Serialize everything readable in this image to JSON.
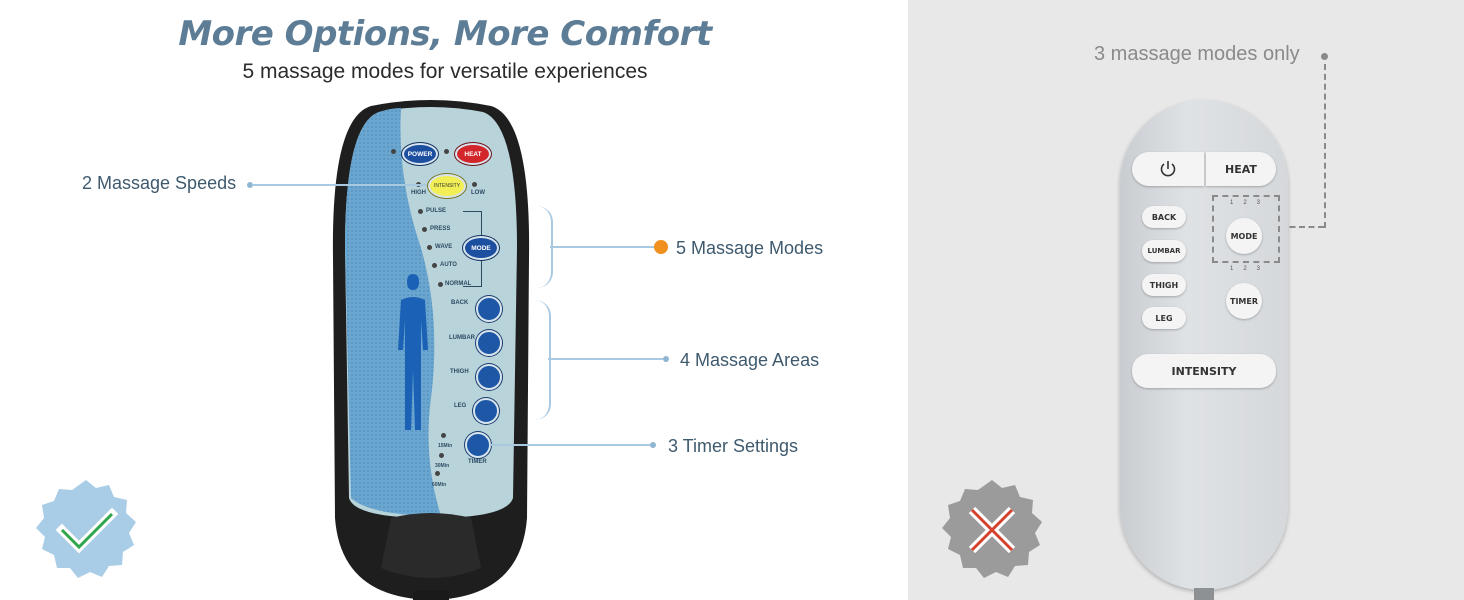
{
  "left_panel": {
    "title": "More Options, More Comfort",
    "subtitle": "5 massage modes for versatile experiences",
    "callouts": {
      "speeds": "2 Massage Speeds",
      "modes": "5 Massage Modes",
      "areas": "4 Massage Areas",
      "timer": "3 Timer Settings"
    },
    "remote": {
      "power": "POWER",
      "heat": "HEAT",
      "intensity": "INTENSITY",
      "high": "HIGH",
      "low": "LOW",
      "mode": "MODE",
      "modes": [
        "PULSE",
        "PRESS",
        "WAVE",
        "AUTO",
        "NORMAL"
      ],
      "areas": [
        "BACK",
        "LUMBAR",
        "THIGH",
        "LEG"
      ],
      "timer": "TIMER",
      "timer_opts": [
        "15Min",
        "30Min",
        "60Min"
      ]
    },
    "badge": "check-icon"
  },
  "right_panel": {
    "note": "3 massage modes only",
    "remote": {
      "power_icon": "power-icon",
      "heat": "HEAT",
      "areas": [
        "BACK",
        "LUMBAR",
        "THIGH",
        "LEG"
      ],
      "mode": "MODE",
      "timer": "TIMER",
      "mode_leds": [
        "1",
        "2",
        "3"
      ],
      "timer_leds": [
        "1",
        "2",
        "3"
      ],
      "intensity": "INTENSITY"
    },
    "badge": "cross-icon"
  },
  "colors": {
    "title": "#5d7d96",
    "accent_orange": "#f0901e",
    "callout_line": "#a9c9e0",
    "right_bg": "#e8e8e8"
  }
}
